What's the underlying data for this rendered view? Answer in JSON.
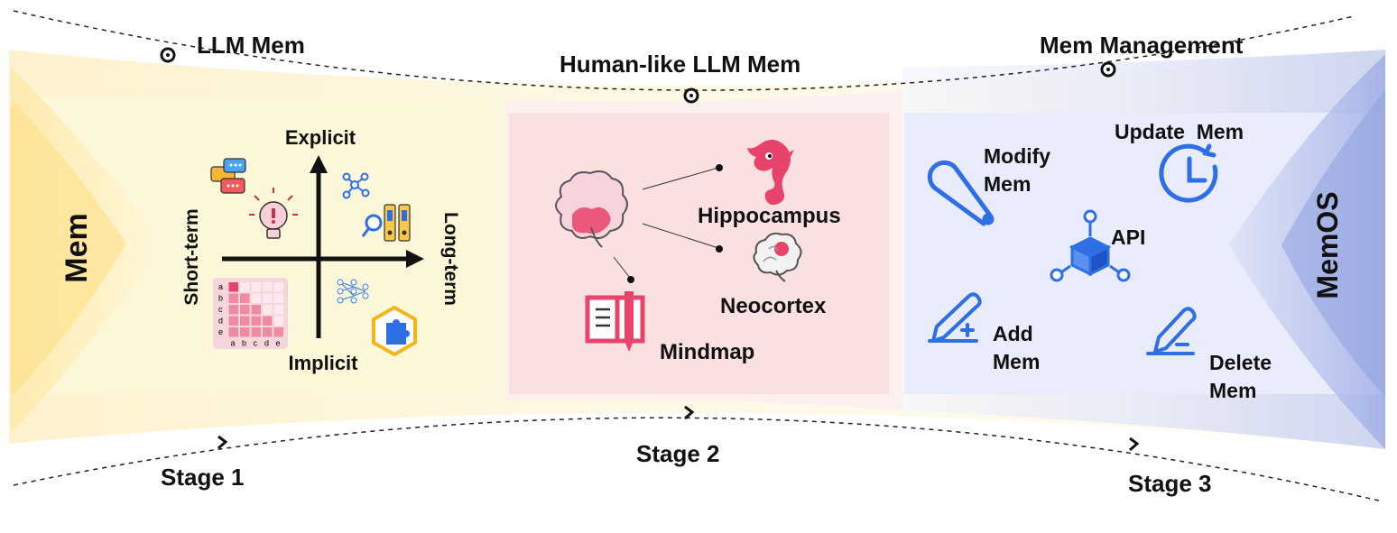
{
  "timeline": {
    "top_labels": {
      "llm_mem": "LLM Mem",
      "human_like": "Human-like LLM Mem",
      "mem_management": "Mem Management"
    },
    "stages": {
      "stage1": "Stage 1",
      "stage2": "Stage 2",
      "stage3": "Stage 3"
    }
  },
  "left": {
    "title": "Mem"
  },
  "right": {
    "title": "MemOS"
  },
  "quadrant": {
    "explicit": "Explicit",
    "implicit": "Implicit",
    "short_term": "Short-term",
    "long_term": "Long-term",
    "matrix_rows": [
      "a",
      "b",
      "c",
      "d",
      "e"
    ],
    "matrix_cols": [
      "a",
      "b",
      "c",
      "d",
      "e"
    ]
  },
  "stage2": {
    "hippocampus": "Hippocampus",
    "neocortex": "Neocortex",
    "mindmap": "Mindmap"
  },
  "stage3": {
    "modify": [
      "Modify",
      "Mem"
    ],
    "update": "Update  Mem",
    "api": "API",
    "add": [
      "Add",
      "Mem"
    ],
    "delete": [
      "Delete",
      "Mem"
    ]
  },
  "colors": {
    "yellow_panel": "#fbf6d9",
    "pink_panel": "#fbe1e3",
    "blue_panel": "#e9ecfb",
    "accent_pink": "#e8436a",
    "accent_blue": "#2e6fe6"
  }
}
